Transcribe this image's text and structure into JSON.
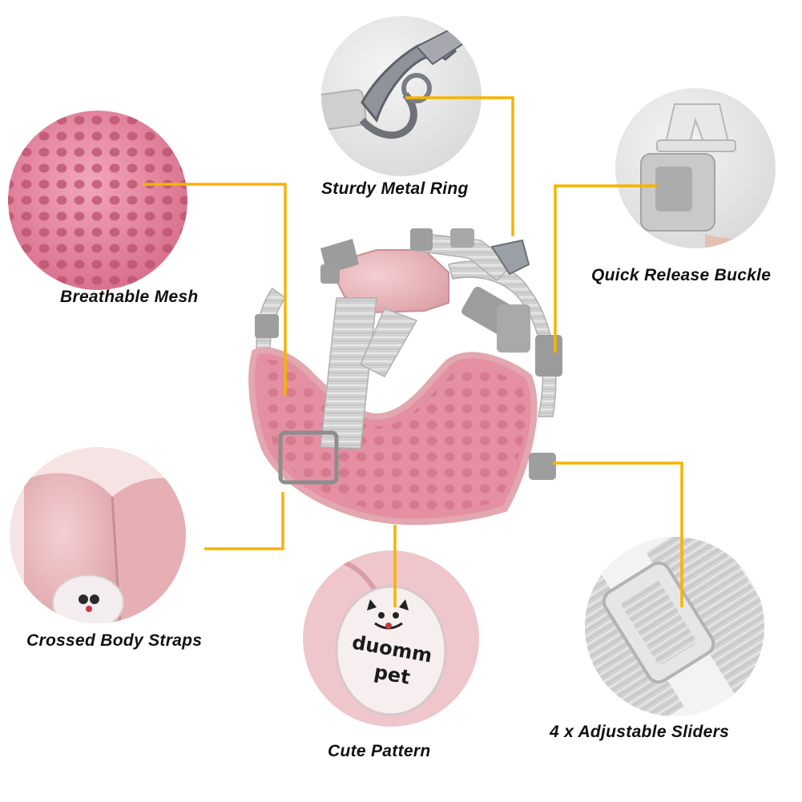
{
  "colors": {
    "accent_line": "#F5B400",
    "mesh_pink": "#E98FA6",
    "fabric_pink": "#E8B3B6",
    "strap_gray": "#C9C9C9",
    "buckle_gray": "#9A9A9A"
  },
  "callouts": {
    "metal_ring": "Sturdy Metal Ring",
    "mesh": "Breathable Mesh",
    "buckle": "Quick Release Buckle",
    "body_straps": "Crossed Body Straps",
    "pattern": "Cute Pattern",
    "sliders": "4 x Adjustable Sliders"
  },
  "brand": {
    "line1": "duomm",
    "line2": "pet"
  }
}
